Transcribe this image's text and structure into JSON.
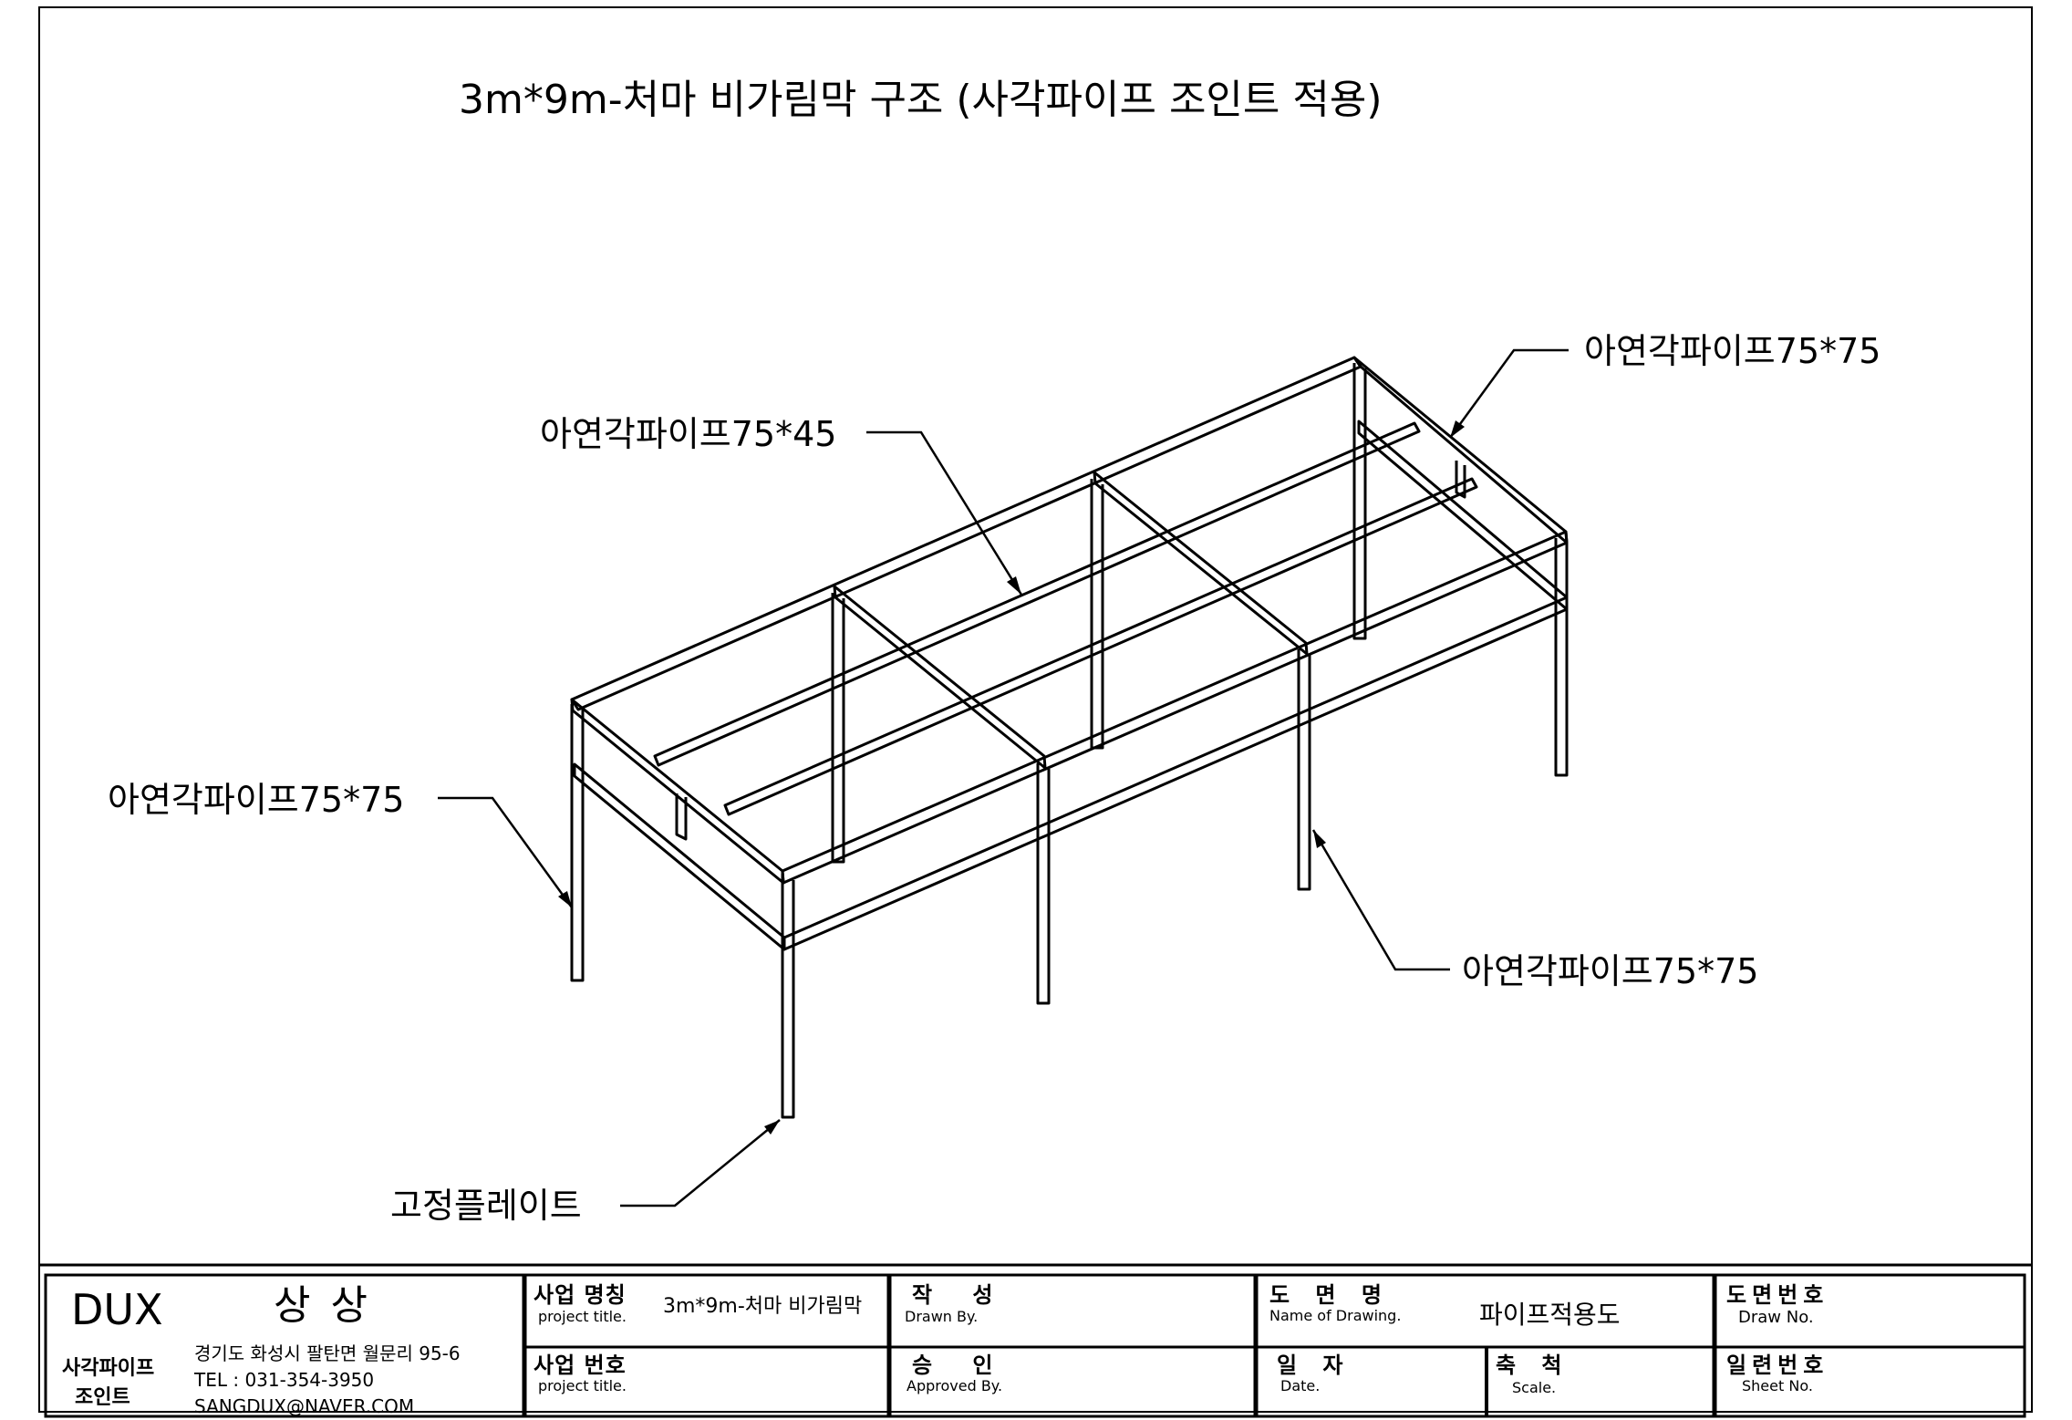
{
  "drawing": {
    "title": "3m*9m-처마 비가림막 구조 (사각파이프 조인트 적용)",
    "callouts": {
      "top_beam": "아연각파이프75*45",
      "right_top": "아연각파이프75*75",
      "left_post": "아연각파이프75*75",
      "right_post": "아연각파이프75*75",
      "base_plate": "고정플레이트"
    }
  },
  "title_block": {
    "brand": "DUX",
    "company": "상 상",
    "product_line1": "사각파이프",
    "product_line2": "조인트",
    "address": "경기도 화성시 팔탄면 월문리 95-6",
    "tel": "TEL : 031-354-3950",
    "email": "SANGDUX@NAVER.COM",
    "project_name_ko": "사업 명칭",
    "project_name_en": "project title.",
    "project_name_value": "3m*9m-처마 비가림막",
    "project_no_ko": "사업 번호",
    "project_no_en": "project title.",
    "drawn_ko": "작 성",
    "drawn_en": "Drawn By.",
    "approved_ko": "승 인",
    "approved_en": "Approved By.",
    "drawing_name_ko": "도 면 명",
    "drawing_name_en": "Name of Drawing.",
    "drawing_name_value": "파이프적용도",
    "date_ko": "일 자",
    "date_en": "Date.",
    "scale_ko": "축 척",
    "scale_en": "Scale.",
    "draw_no_ko": "도면번호",
    "draw_no_en": "Draw No.",
    "sheet_no_ko": "일련번호",
    "sheet_no_en": "Sheet No."
  }
}
